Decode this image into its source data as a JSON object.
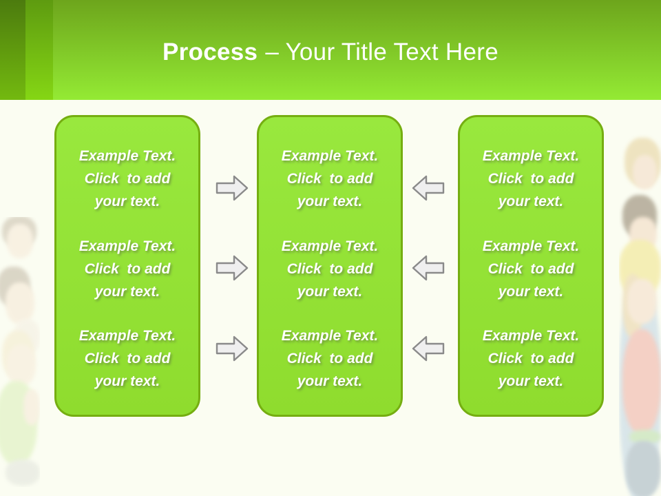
{
  "header": {
    "title_bold": "Process",
    "title_rest": "– Your Title Text Here"
  },
  "boxes": [
    {
      "blocks": [
        {
          "lines": [
            "Example Text.",
            "Click  to add",
            "your text."
          ]
        },
        {
          "lines": [
            "Example Text.",
            "Click  to add",
            "your text."
          ]
        },
        {
          "lines": [
            "Example Text.",
            "Click  to add",
            "your text."
          ]
        }
      ]
    },
    {
      "blocks": [
        {
          "lines": [
            "Example Text.",
            "Click  to add",
            "your text."
          ]
        },
        {
          "lines": [
            "Example Text.",
            "Click  to add",
            "your text."
          ]
        },
        {
          "lines": [
            "Example Text.",
            "Click  to add",
            "your text."
          ]
        }
      ]
    },
    {
      "blocks": [
        {
          "lines": [
            "Example Text.",
            "Click  to add",
            "your text."
          ]
        },
        {
          "lines": [
            "Example Text.",
            "Click  to add",
            "your text."
          ]
        },
        {
          "lines": [
            "Example Text.",
            "Click  to add",
            "your text."
          ]
        }
      ]
    }
  ],
  "connectors": {
    "left_gap": {
      "icon": "arrow-right-icon",
      "count": 3
    },
    "right_gap": {
      "icon": "arrow-left-icon",
      "count": 3
    }
  },
  "colors": {
    "header_band_dark_top": "#4c7b0e",
    "header_band_dark_bottom": "#73b90f",
    "header_band_mid_top": "#5e9b10",
    "header_band_mid_bottom": "#85d614",
    "header_main_top": "#6da51c",
    "header_main_bottom": "#94ea34",
    "body_background": "#fbfdf2",
    "box_fill": "#95e236",
    "box_border": "#75ae11",
    "box_text": "#ffffff",
    "arrow_fill": "#efefef",
    "arrow_stroke": "#8a8a8a",
    "title_text": "#ffffff"
  },
  "decor": {
    "left_photo": "faded children photo strip",
    "right_photo": "faded children photo strip"
  }
}
